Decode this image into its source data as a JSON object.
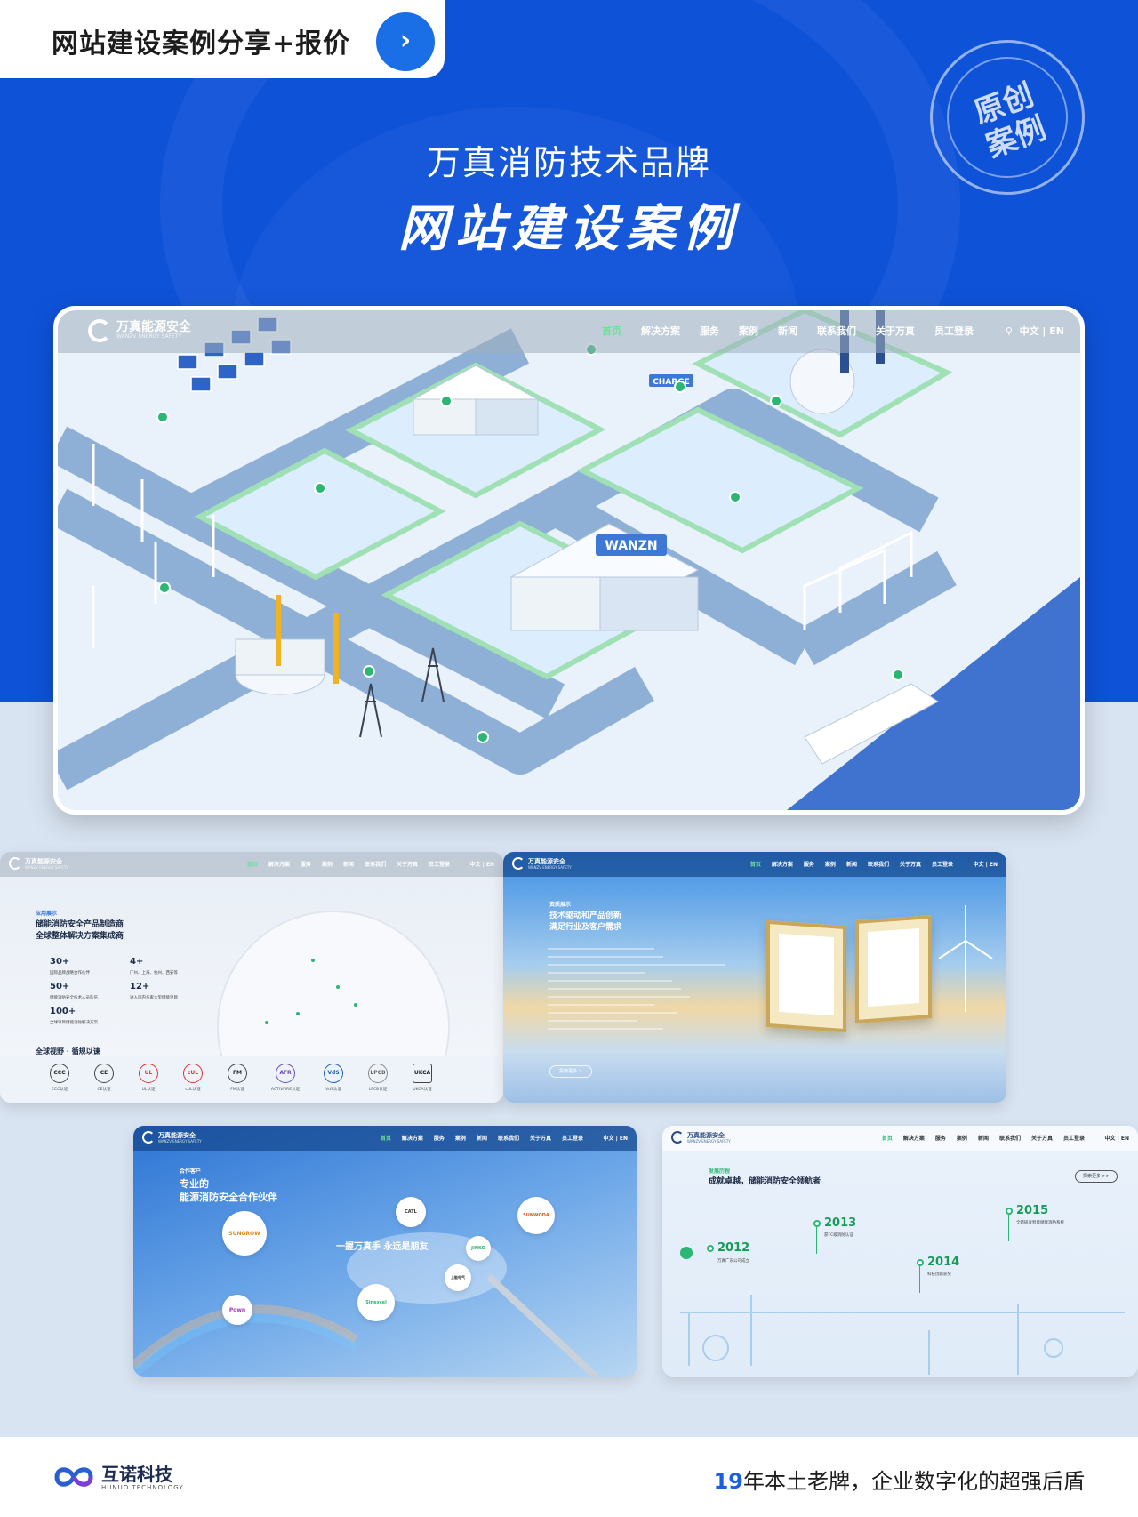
{
  "share_bar": {
    "label": "网站建设案例分享+报价",
    "button_icon": "chevron-right-icon"
  },
  "badge": {
    "line1": "原创",
    "line2": "案例"
  },
  "hero": {
    "subtitle": "万真消防技术品牌",
    "title": "网站建设案例"
  },
  "site_nav": {
    "logo_text": "万真能源安全",
    "logo_sub": "WANZV ENERGY SAFETY",
    "items": [
      "首页",
      "解决方案",
      "服务",
      "案例",
      "新闻",
      "联系我们",
      "关于万真",
      "员工登录"
    ],
    "active": "首页",
    "lang": "中文 | EN"
  },
  "main_scene": {
    "building_sign": "WANZN",
    "charge_sign": "CHARGE"
  },
  "thumb1": {
    "tag": "应用展示",
    "heading_line1": "储能消防安全产品制造商",
    "heading_line2": "全球整体解决方案集成商",
    "stats": [
      {
        "num": "30+",
        "label": "国际品牌战略合作伙伴"
      },
      {
        "num": "4+",
        "label": "广州、上海、杭州、西安等"
      },
      {
        "num": "50+",
        "label": "储能消防安全技术人员队伍"
      },
      {
        "num": "12+",
        "label": "进入国内多家大型储能项目"
      },
      {
        "num": "100+",
        "label": "全球项目储能消防解决方案"
      }
    ],
    "cert_title": "全球视野 · 循规以谏",
    "certs": [
      {
        "icon": "CCC",
        "label": "CCC认证"
      },
      {
        "icon": "CE",
        "label": "CE认证"
      },
      {
        "icon": "UL",
        "label": "UL认证"
      },
      {
        "icon": "cUL",
        "label": "cUL认证"
      },
      {
        "icon": "FM",
        "label": "FM认证"
      },
      {
        "icon": "AFR",
        "label": "ACTIVFIRE认证"
      },
      {
        "icon": "VdS",
        "label": "VdS认证"
      },
      {
        "icon": "LPCB",
        "label": "LPCB认证"
      },
      {
        "icon": "UKCA",
        "label": "UKCA认证"
      }
    ]
  },
  "thumb2": {
    "tag": "资质展示",
    "heading_line1": "技术驱动和产品创新",
    "heading_line2": "满足行业及客户需求",
    "button": "探索更多 >"
  },
  "thumb3": {
    "tag": "合作客户",
    "heading_line1": "专业的",
    "heading_line2": "能源消防安全合作伙伴",
    "slogan": "一握万真手 永远是朋友",
    "partners": [
      "SUNGROW",
      "CATL",
      "SUNWODA",
      "JINKO",
      "上能电气",
      "Pown",
      "Sinexcel"
    ]
  },
  "thumb4": {
    "tag": "发展历程",
    "heading": "成就卓越，储能消防安全领航者",
    "button": "探索更多 >>",
    "years": [
      {
        "year": "2012",
        "desc": "万真广东公司成立"
      },
      {
        "year": "2013",
        "desc": "获FC级消防认证"
      },
      {
        "year": "2014",
        "desc": "科技创新获奖"
      },
      {
        "year": "2015",
        "desc": "全新研发智能储能消防系统"
      }
    ]
  },
  "footer": {
    "company": "互诺科技",
    "company_en": "HUNUO TECHNOLOGY",
    "slogan_highlight": "19",
    "slogan_rest": "年本土老牌，企业数字化的超强后盾"
  }
}
